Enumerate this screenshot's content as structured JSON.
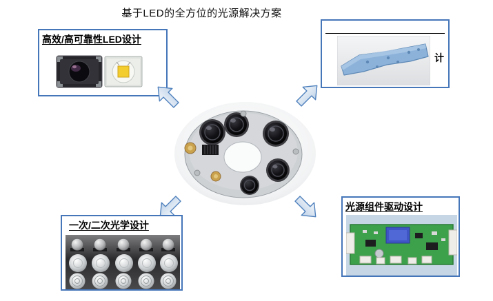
{
  "title": "基于LED的全方位的光源解决方案",
  "colors": {
    "background": "#ffffff",
    "box_border": "#4576b9",
    "arrow_outline": "#4f81bd",
    "arrow_fill": "#cfdeee",
    "label_text": "#000000",
    "pcb_green": "#3da04b",
    "heatsink_blue": "#8cb2da",
    "led_die_yellow": "#f3cd2e"
  },
  "boxes": {
    "led_design": {
      "label": "高效/高可靠性LED设计",
      "images": [
        "black-led-chip",
        "white-led-chip"
      ]
    },
    "thermal_design": {
      "visible_label": "计",
      "images": [
        "heatsink-plate"
      ]
    },
    "optics_design": {
      "label": "一次/二次光学设计",
      "images": [
        "lens-array"
      ]
    },
    "driver_design": {
      "label": "光源组件驱动设计",
      "images": [
        "driver-pcb"
      ]
    }
  },
  "center": {
    "images": [
      "led-module-board"
    ]
  }
}
